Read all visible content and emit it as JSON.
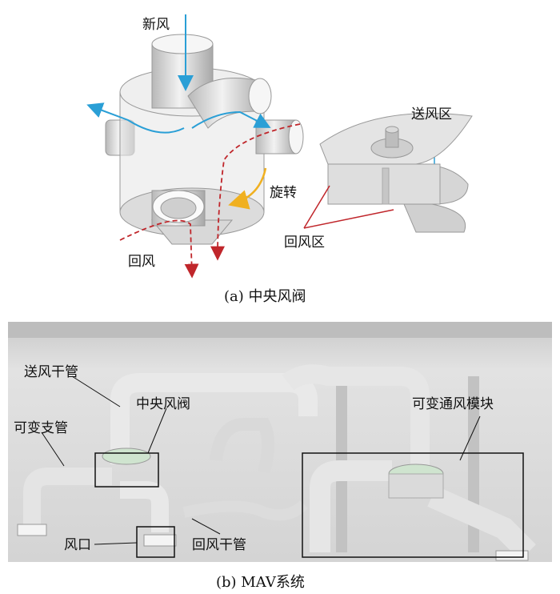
{
  "part_a": {
    "label_fresh_air": "新风",
    "label_supply_zone": "送风区",
    "label_rotate": "旋转",
    "label_return_zone": "回风区",
    "label_return_air": "回风",
    "caption": "(a) 中央风阀"
  },
  "part_b": {
    "label_supply_main": "送风干管",
    "label_central_valve": "中央风阀",
    "label_variable_module": "可变通风模块",
    "label_variable_branch": "可变支管",
    "label_outlet": "风口",
    "label_return_main": "回风干管",
    "caption": "(b) MAV系统"
  },
  "colors": {
    "supply_arrow": "#2a9fd6",
    "return_arrow": "#c0262b",
    "rotate_arrow": "#f0b020"
  }
}
